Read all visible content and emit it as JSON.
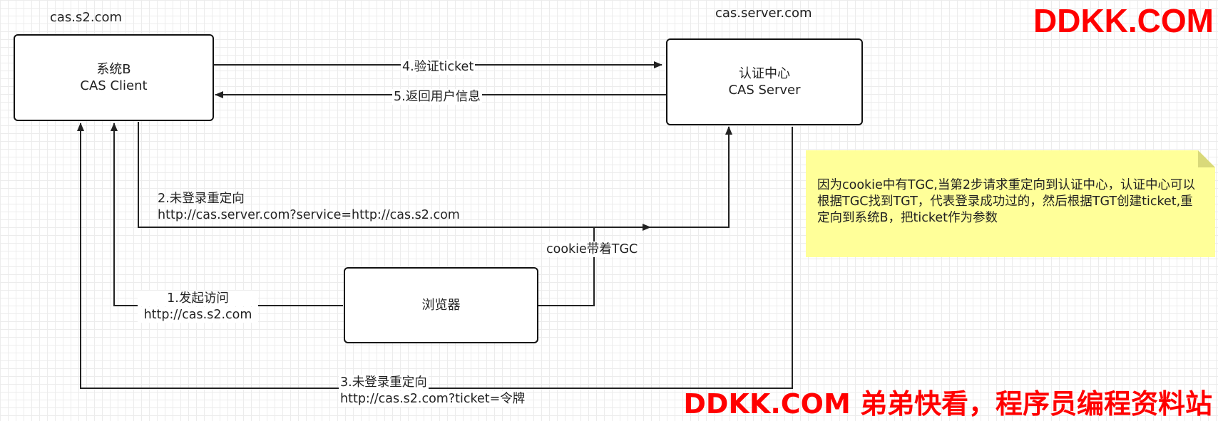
{
  "hosts": {
    "client": "cas.s2.com",
    "server": "cas.server.com"
  },
  "nodes": {
    "client": {
      "line1": "系统B",
      "line2": "CAS Client"
    },
    "server": {
      "line1": "认证中心",
      "line2": "CAS Server"
    },
    "browser": {
      "line1": "浏览器"
    }
  },
  "edges": {
    "step1": {
      "line1": "1.发起访问",
      "line2": "http://cas.s2.com"
    },
    "step2": {
      "line1": "2.未登录重定向",
      "line2": "http://cas.server.com?service=http://cas.s2.com"
    },
    "step3": {
      "line1": "3.未登录重定向",
      "line2": "http://cas.s2.com?ticket=令牌"
    },
    "step4": {
      "line1": "4.验证ticket"
    },
    "step5": {
      "line1": "5.返回用户信息"
    },
    "cookie": {
      "line1": "cookie带着TGC"
    }
  },
  "note": {
    "text": "因为cookie中有TGC,当第2步请求重定向到认证中心，认证中心可以根据TGC找到TGT，代表登录成功过的，然后根据TGT创建ticket,重定向到系统B，把ticket作为参数"
  },
  "watermark": {
    "top": "DDKK.COM",
    "bottom": "DDKK.COM 弟弟快看，程序员编程资料站"
  },
  "colors": {
    "line": "#222222",
    "note_bg": "#ffff99",
    "watermark": "#ff0000"
  }
}
